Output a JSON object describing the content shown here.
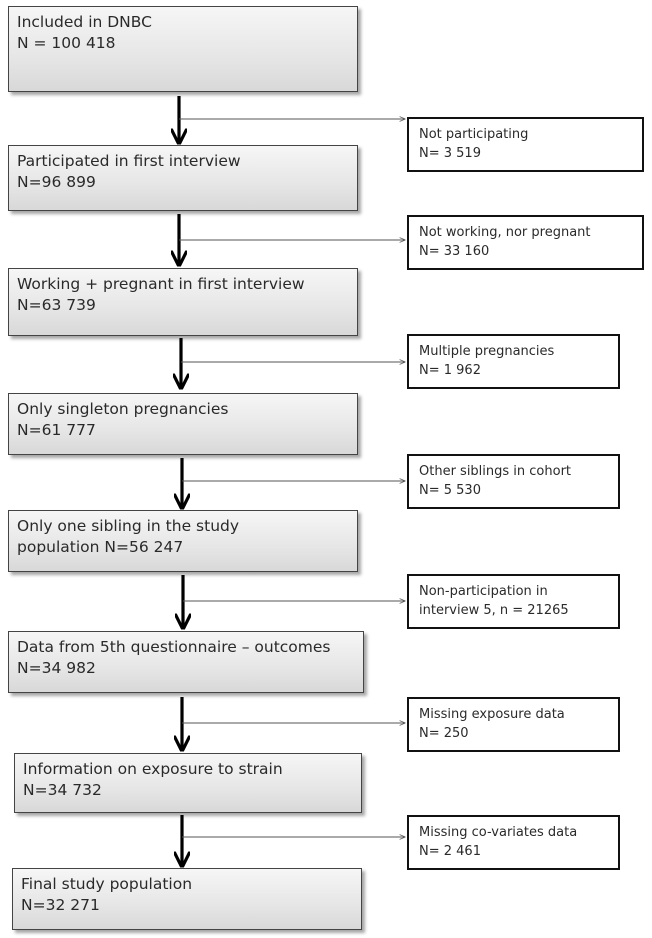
{
  "main_boxes": [
    {
      "line1": "Included in DNBC",
      "line2": "N = 100 418"
    },
    {
      "line1": "Participated in first interview",
      "line2": "N=96 899"
    },
    {
      "line1": "Working + pregnant in first interview",
      "line2": "N=63 739"
    },
    {
      "line1": "Only singleton pregnancies",
      "line2": "N=61 777"
    },
    {
      "line1": "Only one sibling in the study",
      "line2": "population N=56 247"
    },
    {
      "line1": "Data from 5th questionnaire – outcomes",
      "line2": "N=34 982"
    },
    {
      "line1": "Information on exposure to strain",
      "line2": "N=34 732"
    },
    {
      "line1": "Final study population",
      "line2": "N=32 271"
    }
  ],
  "exclusion_boxes": [
    {
      "line1": "Not participating",
      "line2": "N= 3 519"
    },
    {
      "line1": "Not working, nor pregnant",
      "line2": "N= 33 160"
    },
    {
      "line1": "Multiple pregnancies",
      "line2": "N= 1 962"
    },
    {
      "line1": "Other siblings in cohort",
      "line2": "N= 5 530"
    },
    {
      "line1": "Non-participation in",
      "line2": "interview 5, n = 21265"
    },
    {
      "line1": "Missing exposure data",
      "line2": "N= 250"
    },
    {
      "line1": "Missing co-variates data",
      "line2": "N= 2 461"
    }
  ],
  "colors": {
    "main_box_fill_top": "#f6f6f6",
    "main_box_fill_bottom": "#d8d8d8",
    "arrow": "#000000",
    "connector": "#555555"
  }
}
